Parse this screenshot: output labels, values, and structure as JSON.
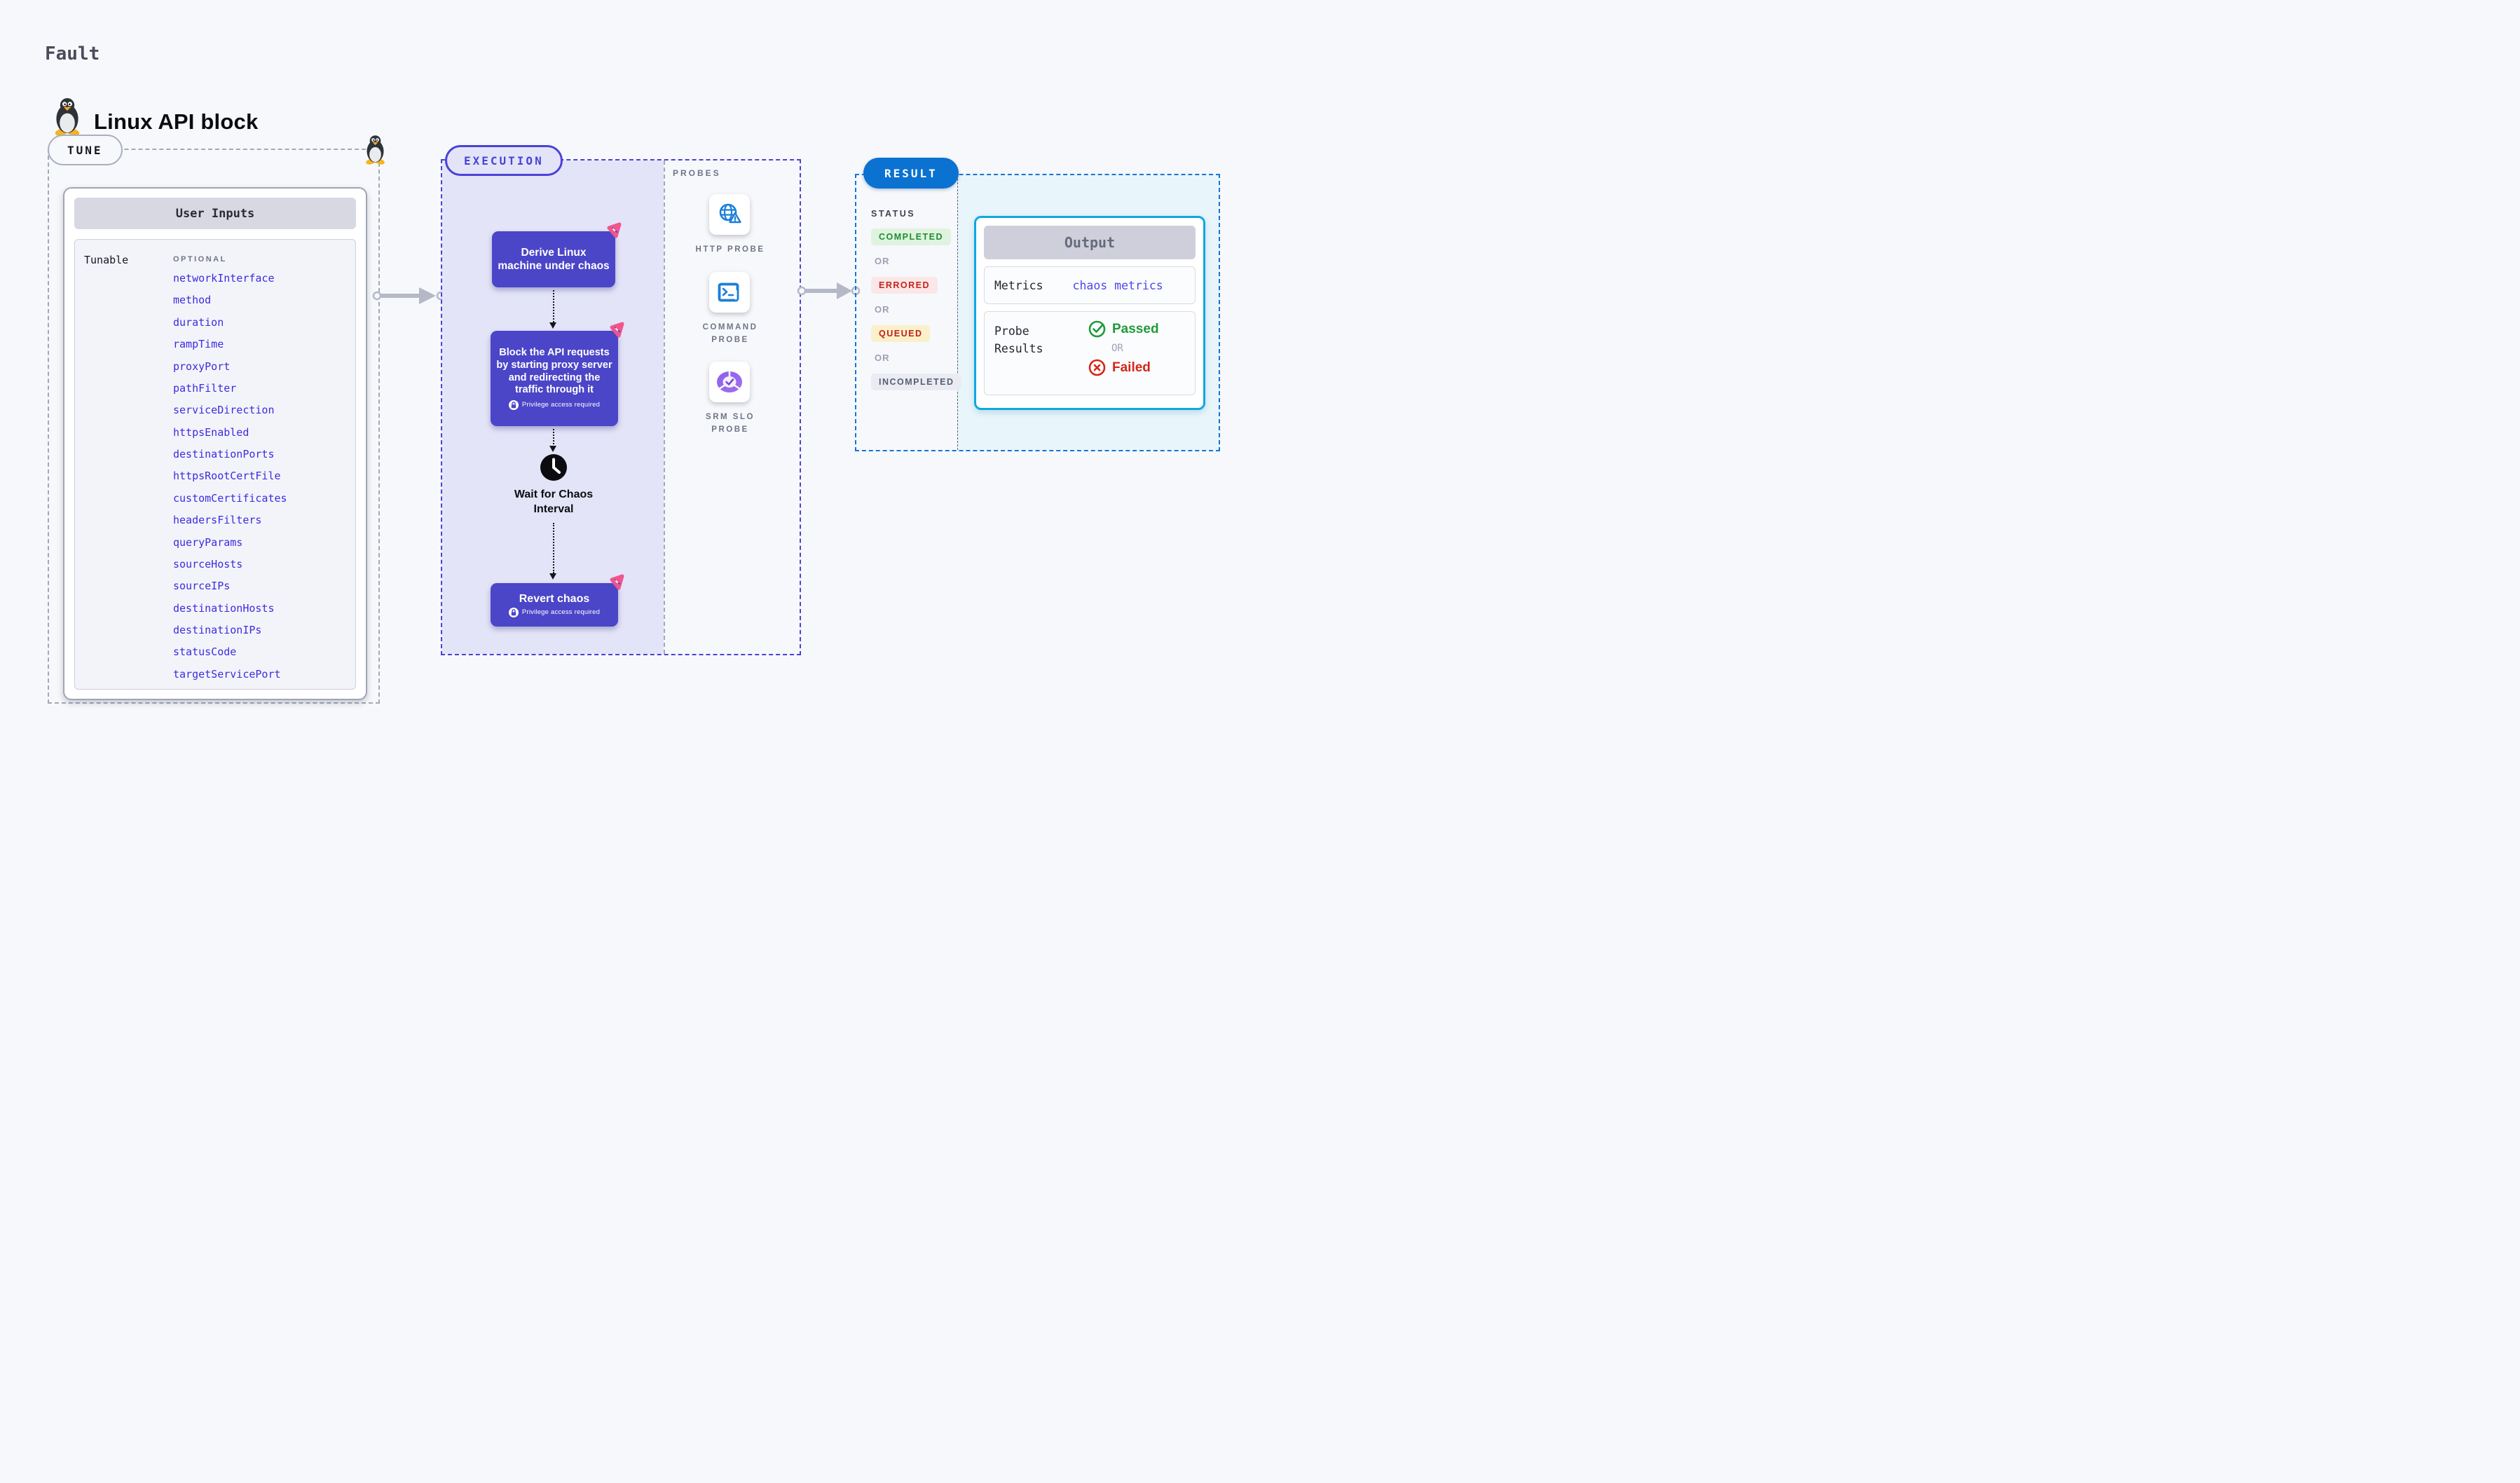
{
  "page": {
    "eyebrow": "Fault",
    "title": "Linux API block",
    "platform_icon": "linux-tux-icon"
  },
  "tune": {
    "badge": "TUNE",
    "panel_title": "User Inputs",
    "row_label": "Tunable",
    "column_label": "OPTIONAL",
    "params": [
      "networkInterface",
      "method",
      "duration",
      "rampTime",
      "proxyPort",
      "pathFilter",
      "serviceDirection",
      "httpsEnabled",
      "destinationPorts",
      "httpsRootCertFile",
      "customCertificates",
      "headersFilters",
      "queryParams",
      "sourceHosts",
      "sourceIPs",
      "destinationHosts",
      "destinationIPs",
      "statusCode",
      "targetServicePort"
    ]
  },
  "execution": {
    "badge": "EXECUTION",
    "steps": {
      "derive": "Derive Linux machine under chaos",
      "block": "Block the API requests by starting proxy server and redirecting the traffic through it",
      "wait": "Wait for Chaos Interval",
      "revert": "Revert chaos"
    },
    "privilege_label": "Privilege access required"
  },
  "probes": {
    "label": "PROBES",
    "items": [
      {
        "name": "HTTP PROBE",
        "icon": "globe-alert-icon"
      },
      {
        "name": "COMMAND PROBE",
        "icon": "terminal-icon"
      },
      {
        "name": "SRM SLO PROBE",
        "icon": "slo-check-icon"
      }
    ]
  },
  "result": {
    "badge": "RESULT",
    "status_label": "STATUS",
    "or_label": "OR",
    "statuses": [
      {
        "label": "COMPLETED",
        "color": "#1E8E2E",
        "bg": "#DFF3DF"
      },
      {
        "label": "ERRORED",
        "color": "#C4231B",
        "bg": "#FBE7E7"
      },
      {
        "label": "QUEUED",
        "color": "#C01F16",
        "bg": "#FAF0CA"
      },
      {
        "label": "INCOMPLETED",
        "color": "#5A5E72",
        "bg": "#EBECF3"
      }
    ],
    "output": {
      "title": "Output",
      "metrics_label": "Metrics",
      "metrics_value": "chaos metrics",
      "probe_results_label": "Probe Results",
      "passed_label": "Passed",
      "or_label": "OR",
      "failed_label": "Failed"
    }
  },
  "colors": {
    "accent_indigo": "#4A43D8",
    "param_link": "#3D2BDE",
    "chaos_node": "#4B45C8",
    "chaos_icon_pink": "#F0558B",
    "result_blue": "#0B72D2",
    "output_border": "#0FA8DE",
    "passed_green": "#1F9B38",
    "failed_red": "#D42718",
    "probe_icon_blue": "#1B7FD9",
    "srm_purple": "#9257E8"
  }
}
